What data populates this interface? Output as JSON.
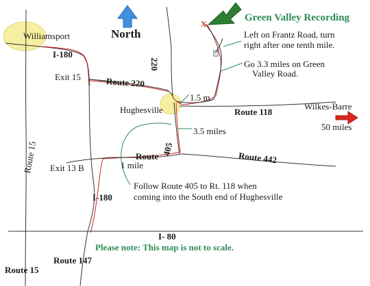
{
  "title": "Green Valley Recording",
  "north_label": "North",
  "places": {
    "williamsport": "Williamsport",
    "hughesville": "Hughesville",
    "wilkes_barre": "Wilkes-Barre",
    "wilkes_barre_distance": "50 miles"
  },
  "roads": {
    "i180_top": "I-180",
    "i180_bottom": "I-180",
    "exit15": "Exit 15",
    "exit13b": "Exit 13 B",
    "route220_horizontal": "Route 220",
    "route220_vertical": "220",
    "route118": "Route 118",
    "route405": "Route 405",
    "route442": "Route 442",
    "route15_rotated": "Route 15",
    "route15_bottom": "Route 15",
    "route147": "Route 147",
    "i80": "I- 80"
  },
  "distances": {
    "d1_5": "1.5 m.",
    "d3_5": "3.5 miles",
    "d1": "1 mile"
  },
  "destination_marker": "X",
  "notes": {
    "frantz_line1": "Left on Frantz Road, turn",
    "frantz_line2": "right after one tenth mile.",
    "greenvalley_line1": "Go 3.3 miles on Green",
    "greenvalley_line2": "Valley Road.",
    "route405_line1": "Follow Route 405 to Rt. 118 when",
    "route405_line2": "coming into the South end of Hughesville"
  },
  "disclaimer": "Please note: This map is not to scale.",
  "colors": {
    "route_line": "#cc2222",
    "callout_line": "#2e8b57",
    "town_highlight": "#f6eea0",
    "north_arrow": "#3f8fe0",
    "destination_arrow": "#2e7d32",
    "direction_arrow": "#d9281d",
    "title_green": "#2e8b57"
  },
  "icons": {
    "north": "north-arrow-icon",
    "destination": "destination-arrow-icon",
    "east": "east-arrow-icon"
  }
}
